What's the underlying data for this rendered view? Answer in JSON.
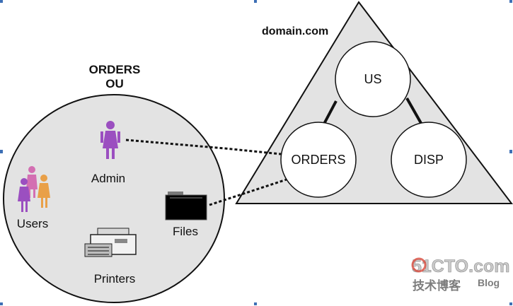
{
  "domain": {
    "label": "domain.com"
  },
  "ou": {
    "title_line1": "ORDERS",
    "title_line2": "OU"
  },
  "ou_objects": {
    "admin": "Admin",
    "users": "Users",
    "files": "Files",
    "printers": "Printers"
  },
  "tree_nodes": {
    "root": "US",
    "left": "ORDERS",
    "right": "DISP"
  },
  "watermark": {
    "site": "51CTO.com",
    "chinese": "技术博客",
    "blog": "Blog"
  },
  "colors": {
    "fill_gray": "#e3e3e3",
    "outline": "#111111",
    "node_fill": "#ffffff",
    "person_purple": "#9b4fc0",
    "person_pink": "#d36fb2",
    "person_orange": "#e9a048",
    "watermark_red": "#d94b3d",
    "watermark_gray": "#7d7d7d",
    "handle_blue": "#3d6fb5"
  }
}
